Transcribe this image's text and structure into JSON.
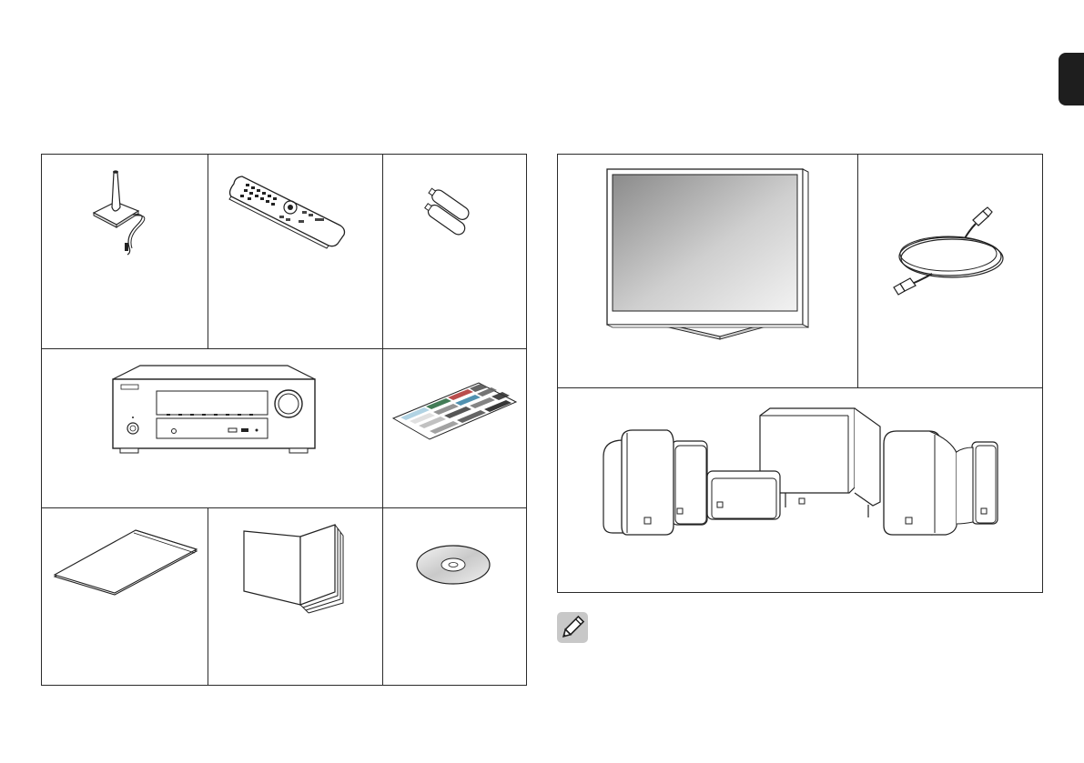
{
  "page": {
    "language_tab": "",
    "accent_color": "#1e1e1e",
    "line_color": "#2a2a2a",
    "note_icon_color": "#c8c8c8"
  },
  "accessories_grid": {
    "items": [
      {
        "id": "setup-microphone",
        "icon": "microphone-stand-icon",
        "label": ""
      },
      {
        "id": "remote-control",
        "icon": "remote-control-icon",
        "label": ""
      },
      {
        "id": "batteries",
        "icon": "batteries-icon",
        "label": ""
      },
      {
        "id": "av-receiver",
        "icon": "av-receiver-icon",
        "label": ""
      },
      {
        "id": "cable-label",
        "icon": "cable-label-sheet-icon",
        "label": ""
      },
      {
        "id": "quick-start-sheet",
        "icon": "folded-sheet-icon",
        "label": ""
      },
      {
        "id": "booklet",
        "icon": "booklet-icon",
        "label": ""
      },
      {
        "id": "cd-rom",
        "icon": "cd-rom-icon",
        "label": ""
      }
    ]
  },
  "required_grid": {
    "items": [
      {
        "id": "tv",
        "icon": "tv-icon",
        "label": ""
      },
      {
        "id": "hdmi-cable",
        "icon": "hdmi-cable-icon",
        "label": ""
      },
      {
        "id": "speakers",
        "icon": "speaker-set-icon",
        "label": ""
      }
    ]
  },
  "note": {
    "icon": "pencil-icon",
    "text": ""
  }
}
